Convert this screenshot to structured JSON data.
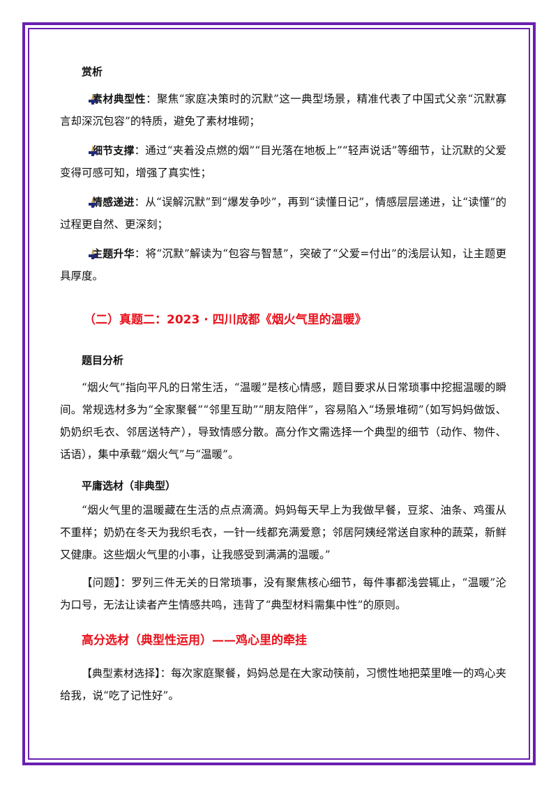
{
  "section_appreciation": {
    "heading": "赏析",
    "items": [
      {
        "label": "素材典型性",
        "colon": "：",
        "text": "聚焦“家庭决策时的沉默”这一典型场景，精准代表了中国式父亲“沉默寡言却深沉包容”的特质，避免了素材堆砌；"
      },
      {
        "label": "细节支撑",
        "colon": "：",
        "text": "通过“夹着没点燃的烟”“目光落在地板上”“轻声说话”等细节，让沉默的父爱变得可感可知，增强了真实性；"
      },
      {
        "label": "情感递进",
        "colon": "：",
        "text": "从“误解沉默”到“爆发争吵”，再到“读懂日记”，情感层层递进，让“读懂”的过程更自然、更深刻；"
      },
      {
        "label": "主题升华",
        "colon": "：",
        "text": "将“沉默”解读为“包容与智慧”，突破了“父爱=付出”的浅层认知，让主题更具厚度。"
      }
    ]
  },
  "section_two": {
    "title": "（二）真题二：2023 · 四川成都《烟火气里的温暖》",
    "analysis_heading": "题目分析",
    "analysis_text": "“烟火气”指向平凡的日常生活，“温暖”是核心情感，题目要求从日常琐事中挖掘温暖的瞬间。常规选材多为“全家聚餐”“邻里互助”“朋友陪伴”，容易陷入“场景堆砌”（如写妈妈做饭、奶奶织毛衣、邻居送特产），导致情感分散。高分作文需选择一个典型的细节（动作、物件、话语），集中承载“烟火气”与“温暖”。",
    "mediocre_heading": "平庸选材（非典型）",
    "mediocre_text": "“烟火气里的温暖藏在生活的点点滴滴。妈妈每天早上为我做早餐，豆浆、油条、鸡蛋从不重样；奶奶在冬天为我织毛衣，一针一线都充满爱意；邻居阿姨经常送自家种的蔬菜，新鲜又健康。这些烟火气里的小事，让我感受到满满的温暖。”",
    "problem_text": "【问题】：罗列三件无关的日常琐事，没有聚焦核心细节，每件事都浅尝辄止，“温暖”沦为口号，无法让读者产生情感共鸣，违背了“典型材料需集中性”的原则。",
    "high_score_title": "高分选材（典型性运用）——鸡心里的牵挂",
    "typical_label": "【典型素材选择】",
    "typical_text": "：每次家庭聚餐，妈妈总是在大家动筷前，习惯性地把菜里唯一的鸡心夹给我，说“吃了记性好”。"
  },
  "colors": {
    "frame": "#6a1fb0",
    "title_red": "#e8121c",
    "marker_dark": "#1f2a7a",
    "marker_light": "#c9a25a"
  },
  "icons": {
    "bullet": "stylized-bullet-marker-icon"
  }
}
